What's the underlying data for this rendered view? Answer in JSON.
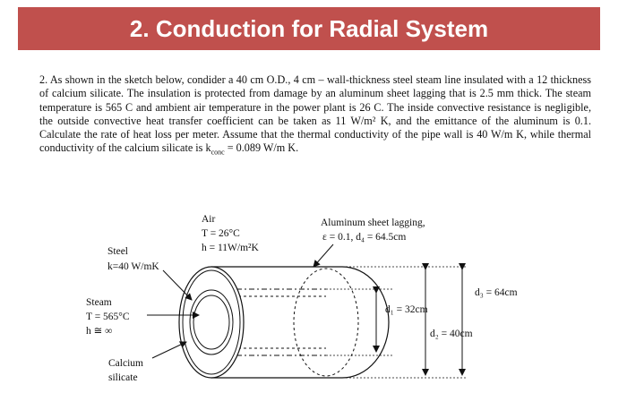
{
  "slide": {
    "title": "2. Conduction for Radial System"
  },
  "problem": {
    "text_main": "2. As shown in the sketch below, condider a 40 cm O.D., 4 cm – wall-thickness steel steam line insulated with a 12 thickness of calcium silicate. The insulation is protected from damage by an aluminum sheet lagging that is 2.5 mm thick. The steam temperature is 565 C and ambient air temperature in the power plant is 26 C. The inside convective resistance is negligible, the outside convective heat transfer coefficient can be taken as 11 W/m² K, and the emittance of the aluminum is 0.1. Calculate the rate of heat loss per meter. Assume that the thermal conductivity of the pipe wall is 40 W/m K, while thermal conductivity of the calcium silicate is k",
    "subscript": "conc",
    "text_end": " = 0.089 W/m K."
  },
  "diagram": {
    "air_label": "Air",
    "air_temp": "T = 26°C",
    "air_h": "h = 11W/m²K",
    "lagging_label": "Aluminum sheet lagging,",
    "lagging_props": "ε = 0.1, d₄ = 64.5cm",
    "steel_label": "Steel",
    "steel_k": "k=40 W/mK",
    "steam_label": "Steam",
    "steam_temp": "T = 565°C",
    "steam_h": "h ≅ ∞",
    "calcium_label": "Calcium",
    "calcium_label2": "silicate",
    "d1_label": "d₁ = 32cm",
    "d2_label": "d₂ = 40cm",
    "d3_label": "d₃ = 64cm"
  }
}
